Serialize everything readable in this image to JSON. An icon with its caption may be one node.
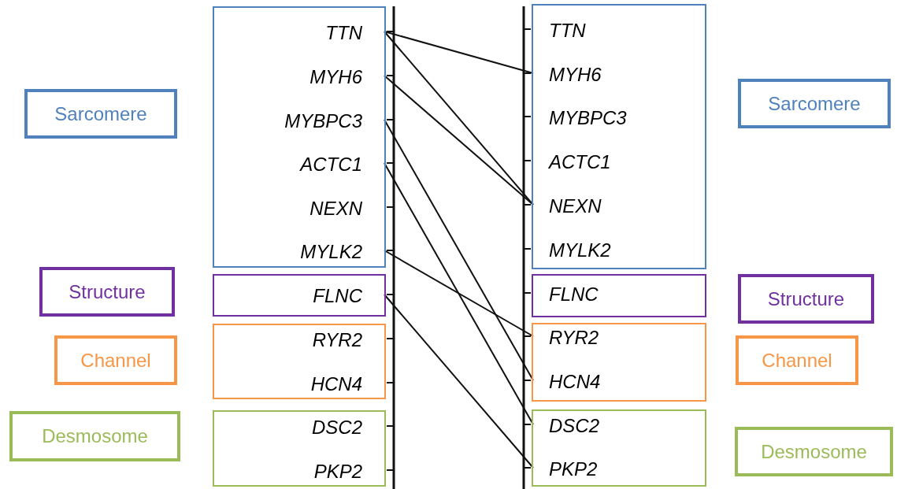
{
  "diagram": {
    "nodes": [
      {
        "text": [
          "Sarcomere"
        ]
      },
      {
        "text": [
          "Structure"
        ]
      },
      {
        "text": [
          "Channel"
        ]
      },
      {
        "text": [
          "Desmosome"
        ]
      },
      {
        "text": [],
        "shape": "box"
      },
      {
        "text": [],
        "shape": "box"
      },
      {
        "text": [],
        "shape": "box"
      },
      {
        "text": [],
        "shape": "box"
      },
      {
        "text": [
          "TTN"
        ],
        "in": 4
      },
      {
        "text": [
          "MYH6"
        ],
        "in": 4
      },
      {
        "text": [
          "MYBPC3"
        ],
        "in": 4
      },
      {
        "text": [
          "ACTC1"
        ],
        "in": 4
      },
      {
        "text": [
          "NEXN"
        ],
        "in": 4
      },
      {
        "text": [
          "MYLK2"
        ],
        "in": 4
      },
      {
        "text": [
          "FLNC"
        ],
        "in": 5
      },
      {
        "text": [
          "RYR2"
        ],
        "in": 6
      },
      {
        "text": [
          "HCN4"
        ],
        "in": 6
      },
      {
        "text": [
          "DSC2"
        ],
        "in": 7
      },
      {
        "text": [
          "PKP2"
        ],
        "in": 7
      },
      {
        "text": [],
        "shape": "box"
      },
      {
        "text": [],
        "shape": "box"
      },
      {
        "text": [],
        "shape": "box"
      },
      {
        "text": [],
        "shape": "box"
      },
      {
        "text": [
          "TTN"
        ],
        "in": 19
      },
      {
        "text": [
          "MYH6"
        ],
        "in": 19
      },
      {
        "text": [
          "MYBPC3"
        ],
        "in": 19
      },
      {
        "text": [
          "ACTC1"
        ],
        "in": 19
      },
      {
        "text": [
          "NEXN"
        ],
        "in": 19
      },
      {
        "text": [
          "MYLK2"
        ],
        "in": 19
      },
      {
        "text": [
          "FLNC"
        ],
        "in": 20
      },
      {
        "text": [
          "RYR2"
        ],
        "in": 21
      },
      {
        "text": [
          "HCN4"
        ],
        "in": 21
      },
      {
        "text": [
          "DSC2"
        ],
        "in": 22
      },
      {
        "text": [
          "PKP2"
        ],
        "in": 22
      },
      {
        "text": [
          "Sarcomere"
        ]
      },
      {
        "text": [
          "Structure"
        ]
      },
      {
        "text": [
          "Channel"
        ]
      },
      {
        "text": [
          "Desmosome"
        ]
      }
    ],
    "edges": [
      {
        "from": 8,
        "to": 24,
        "arrow": "none"
      },
      {
        "from": 8,
        "to": 27,
        "arrow": "none"
      },
      {
        "from": 9,
        "to": 27,
        "arrow": "none"
      },
      {
        "from": 10,
        "to": 31,
        "arrow": "none"
      },
      {
        "from": 11,
        "to": 32,
        "arrow": "none"
      },
      {
        "from": 13,
        "to": 30,
        "arrow": "none"
      },
      {
        "from": 14,
        "to": 33,
        "arrow": "none"
      }
    ]
  }
}
